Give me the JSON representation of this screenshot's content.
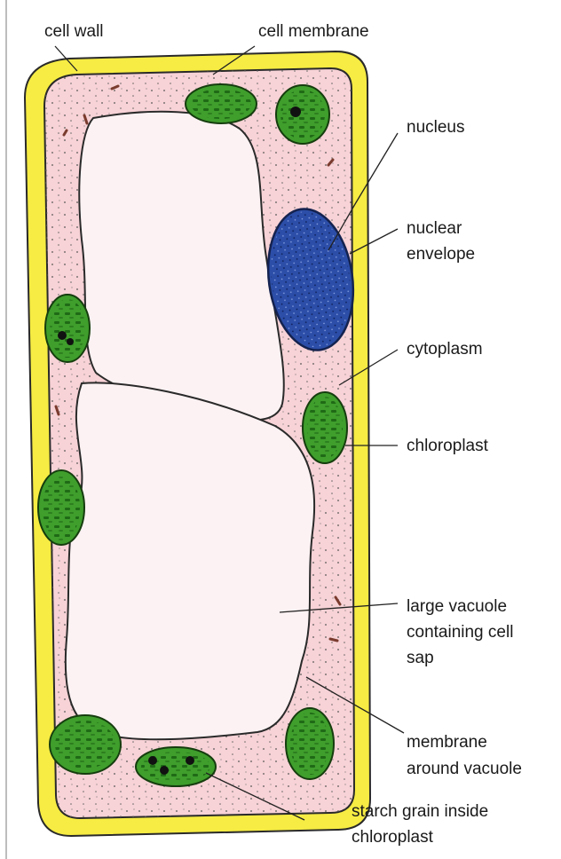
{
  "labels": {
    "cell_wall": "cell wall",
    "cell_membrane": "cell membrane",
    "nucleus": "nucleus",
    "nuclear_envelope": [
      "nuclear",
      "envelope"
    ],
    "cytoplasm": "cytoplasm",
    "chloroplast": "chloroplast",
    "large_vacuole": [
      "large vacuole",
      "containing cell",
      "sap"
    ],
    "membrane_around_vacuole": [
      "membrane",
      "around vacuole"
    ],
    "starch_grain": [
      "starch grain inside",
      "chloroplast"
    ]
  },
  "colors": {
    "cell_wall": "#f6ec43",
    "cytoplasm": "#f7d2d6",
    "vacuole": "#fdf2f3",
    "chloroplast": "#3f9e2c",
    "chloroplast_light": "#69c24e",
    "nucleus": "#2c4ea8",
    "outline": "#2a2a2a"
  }
}
